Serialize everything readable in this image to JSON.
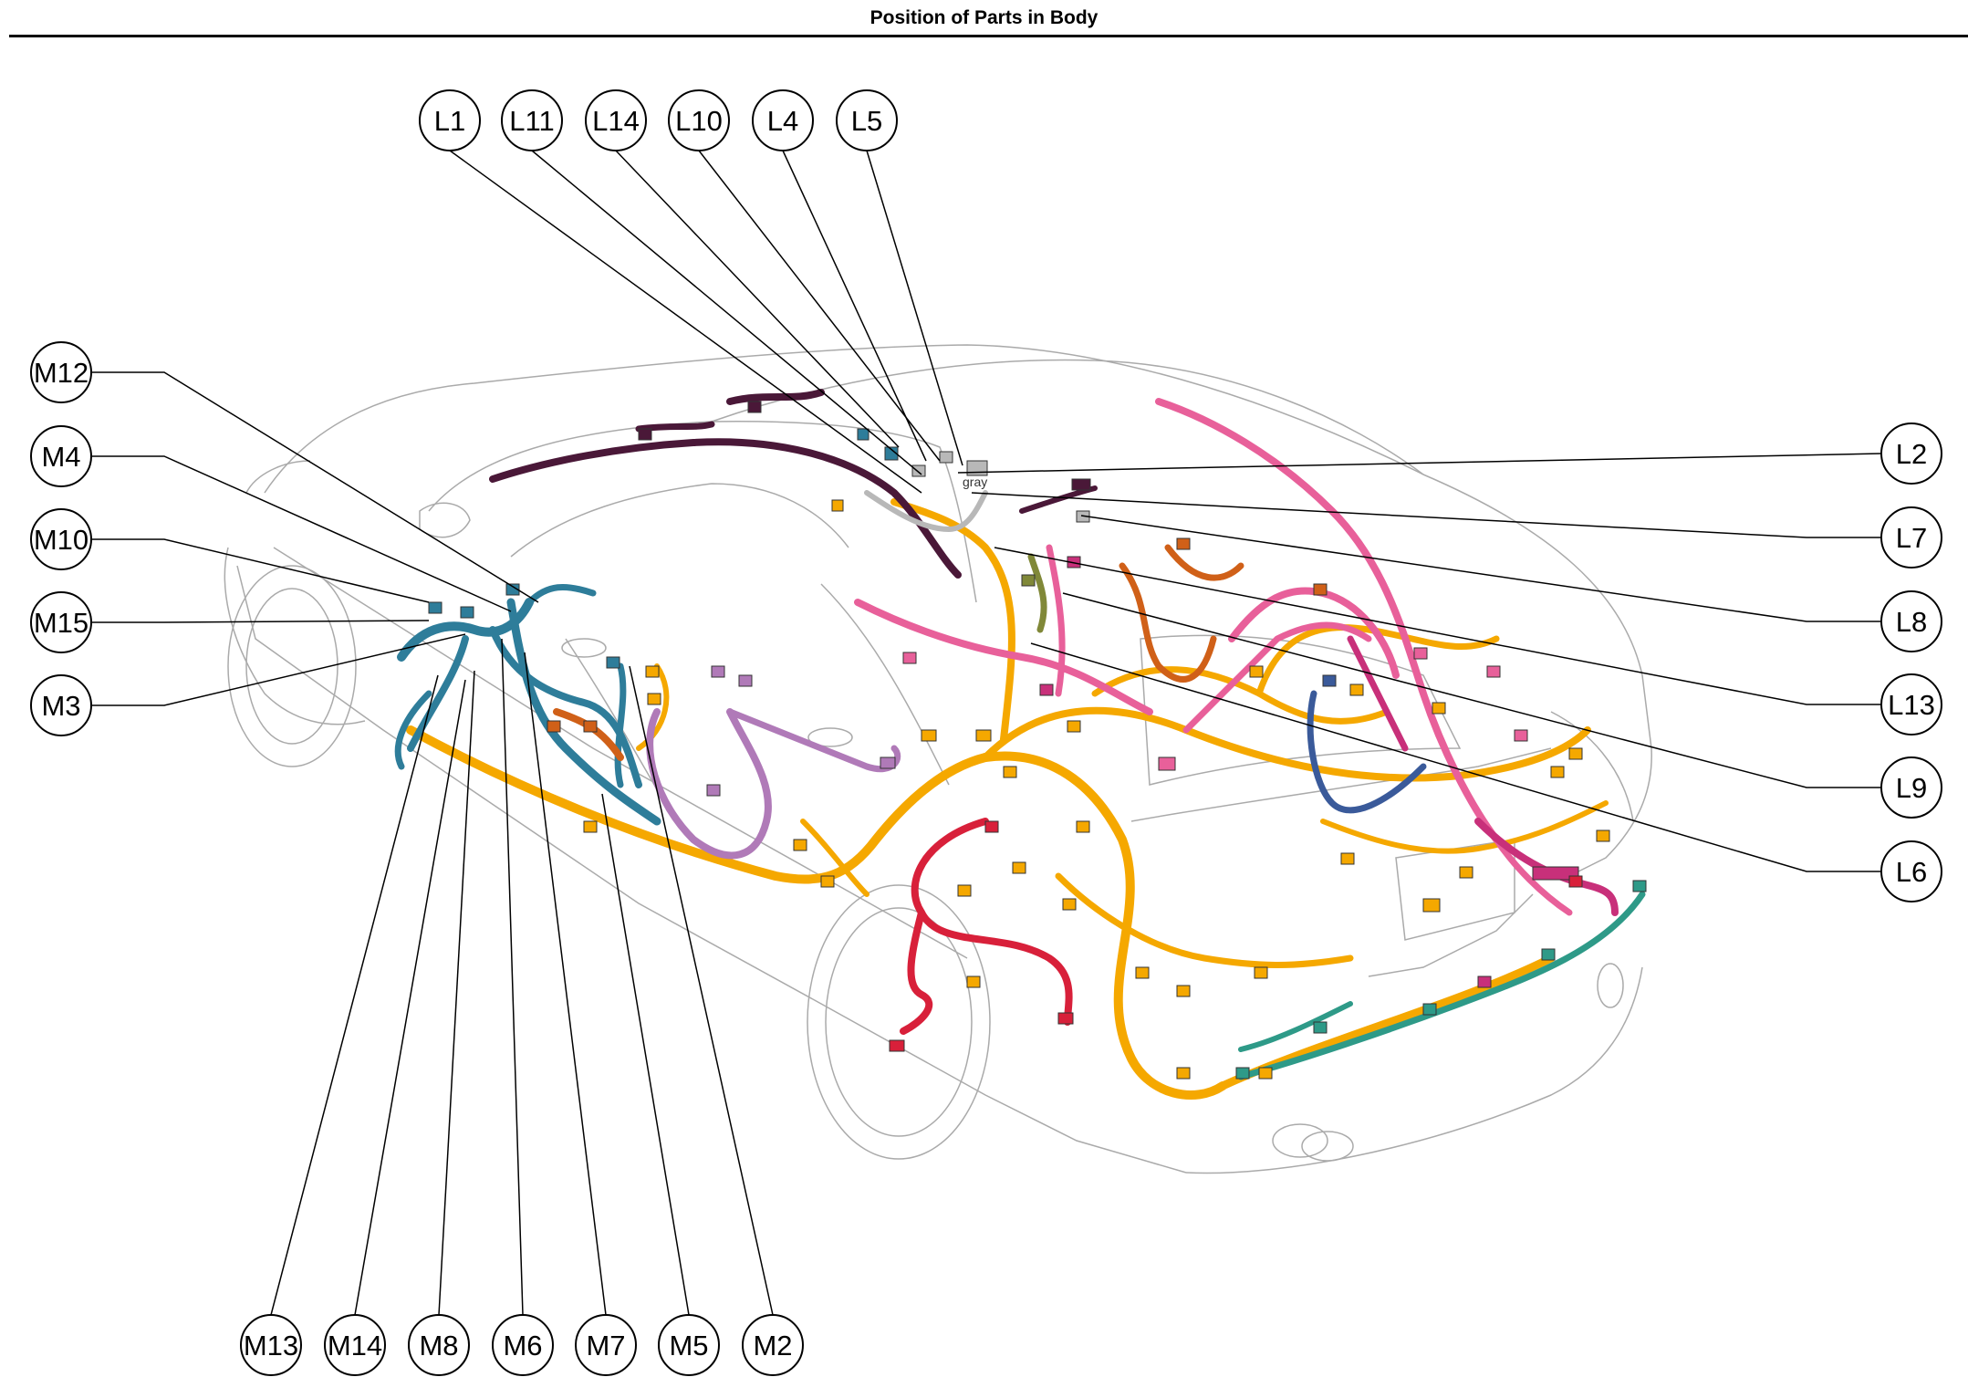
{
  "title": "Position of Parts in Body",
  "wire_colors": {
    "orange": "#F5A800",
    "blue": "#2E7D9A",
    "pink": "#E8609A",
    "magenta": "#C8307A",
    "red": "#D8203A",
    "dark_purple": "#4A1838",
    "light_purple": "#B07AB8",
    "brown_orange": "#D06018",
    "teal": "#2E9A88",
    "olive": "#808838",
    "navy": "#3A5A9A",
    "gray": "#B8B8B8"
  },
  "callouts": {
    "top": [
      {
        "id": "L1",
        "label": "L1"
      },
      {
        "id": "L11",
        "label": "L11"
      },
      {
        "id": "L14",
        "label": "L14"
      },
      {
        "id": "L10",
        "label": "L10"
      },
      {
        "id": "L4",
        "label": "L4"
      },
      {
        "id": "L5",
        "label": "L5"
      }
    ],
    "left": [
      {
        "id": "M12",
        "label": "M12"
      },
      {
        "id": "M4",
        "label": "M4"
      },
      {
        "id": "M10",
        "label": "M10"
      },
      {
        "id": "M15",
        "label": "M15"
      },
      {
        "id": "M3",
        "label": "M3"
      }
    ],
    "right": [
      {
        "id": "L2",
        "label": "L2"
      },
      {
        "id": "L7",
        "label": "L7"
      },
      {
        "id": "L8",
        "label": "L8"
      },
      {
        "id": "L13",
        "label": "L13"
      },
      {
        "id": "L9",
        "label": "L9"
      },
      {
        "id": "L6",
        "label": "L6"
      }
    ],
    "bottom": [
      {
        "id": "M13",
        "label": "M13"
      },
      {
        "id": "M14",
        "label": "M14"
      },
      {
        "id": "M8",
        "label": "M8"
      },
      {
        "id": "M6",
        "label": "M6"
      },
      {
        "id": "M7",
        "label": "M7"
      },
      {
        "id": "M5",
        "label": "M5"
      },
      {
        "id": "M2",
        "label": "M2"
      }
    ]
  },
  "annotations": {
    "gray_tag": "gray"
  }
}
